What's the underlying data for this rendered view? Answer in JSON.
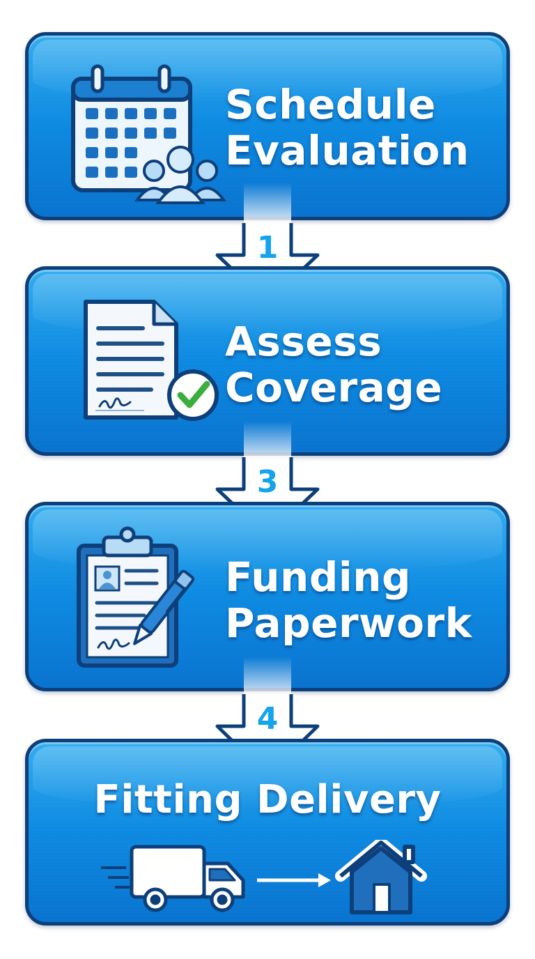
{
  "steps": [
    {
      "id": 1,
      "title": "Schedule\nEvaluation",
      "icon": "calendar-people-icon"
    },
    {
      "id": 2,
      "title": "Assess\nCoverage",
      "icon": "document-check-icon"
    },
    {
      "id": 3,
      "title": "Funding\nPaperwork",
      "icon": "clipboard-pen-icon"
    },
    {
      "id": 4,
      "title": "Fitting Delivery",
      "icon": "truck-to-house-icon"
    }
  ],
  "connectors": [
    {
      "number": "1"
    },
    {
      "number": "3"
    },
    {
      "number": "4"
    }
  ],
  "colors": {
    "card_fill": "#1592e4",
    "card_border": "#0d3f7a",
    "arrow_fill": "#ffffff",
    "arrow_border": "#0d3f7a",
    "number_color": "#15a3ec",
    "check_green": "#3cae3f"
  }
}
